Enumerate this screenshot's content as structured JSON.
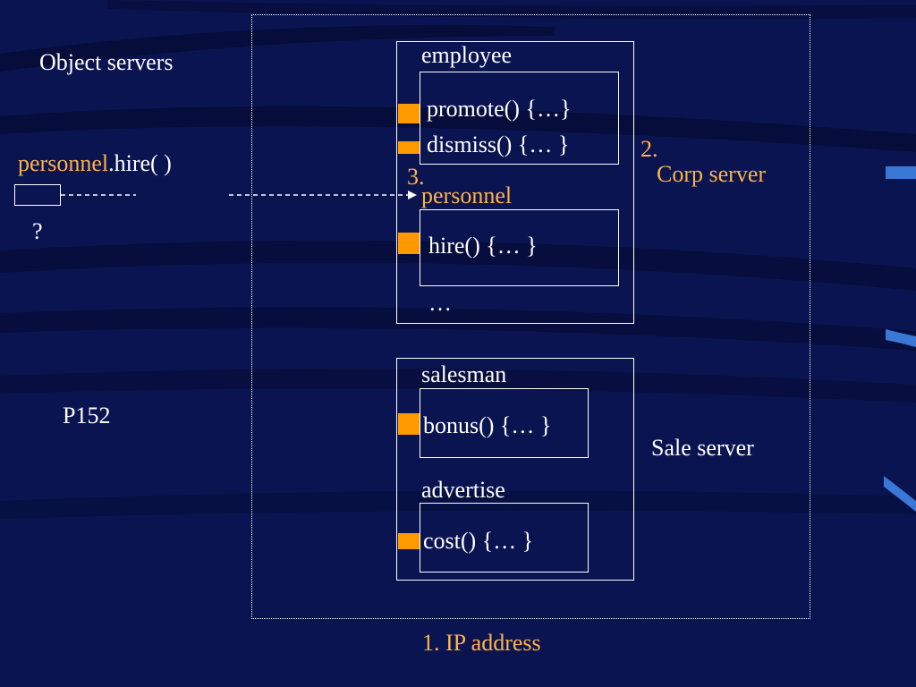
{
  "title": "Object servers",
  "call": {
    "object": "personnel",
    "method": ".hire( )"
  },
  "question": "?",
  "page_ref": "P152",
  "steps": {
    "step1": "1. IP address",
    "step2": "2.",
    "step3": "3."
  },
  "servers": {
    "corp": "Corp server",
    "sale": "Sale server"
  },
  "corp_objects": {
    "employee": {
      "name": "employee",
      "methods": [
        "promote() {…}",
        "dismiss() {… }"
      ]
    },
    "personnel": {
      "name": "personnel",
      "methods": [
        "hire() {… }"
      ]
    },
    "more": "…"
  },
  "sale_objects": {
    "salesman": {
      "name": "salesman",
      "methods": [
        "bonus() {… }"
      ]
    },
    "advertise": {
      "name": "advertise",
      "methods": [
        "cost() {… }"
      ]
    }
  },
  "colors": {
    "background": "#0a1450",
    "accent": "#ffb347",
    "port": "#ff9900",
    "text": "#ffffff"
  }
}
